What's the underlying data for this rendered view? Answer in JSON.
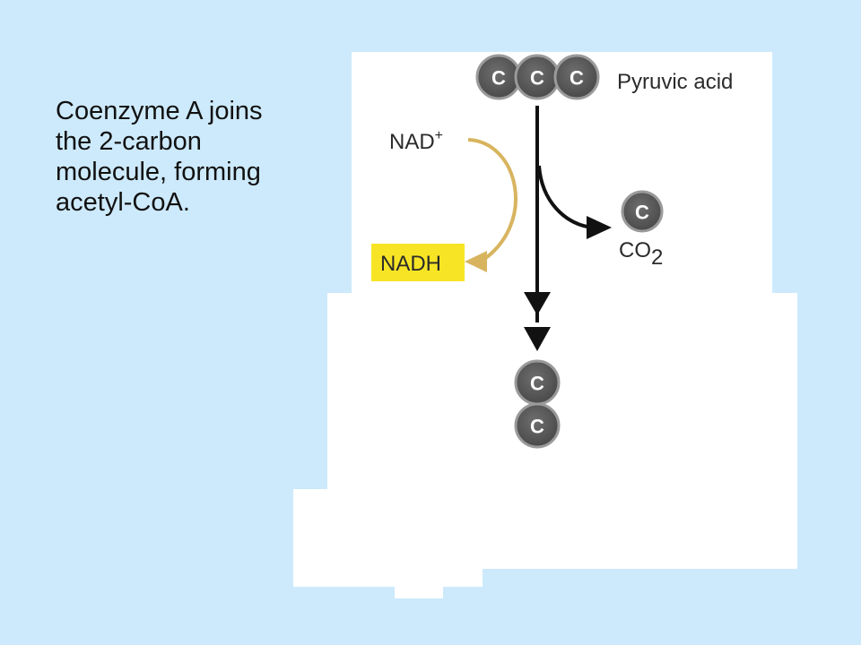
{
  "caption": {
    "lines": [
      "Coenzyme A joins",
      "the 2-carbon",
      "molecule, forming",
      "acetyl-CoA."
    ]
  },
  "diagram": {
    "pyruvic_label": "Pyruvic acid",
    "nad_label": "NAD",
    "nad_charge": "+",
    "nadh_label": "NADH",
    "co2_label": "CO",
    "co2_subscript": "2",
    "atom_symbol": "C",
    "colors": {
      "atom_fill": "#5a5a5a",
      "atom_ring": "#9a9a9a",
      "nad_arrow": "#d8b45f",
      "nadh_highlight": "#f7e525",
      "main_arrow": "#111111"
    }
  }
}
